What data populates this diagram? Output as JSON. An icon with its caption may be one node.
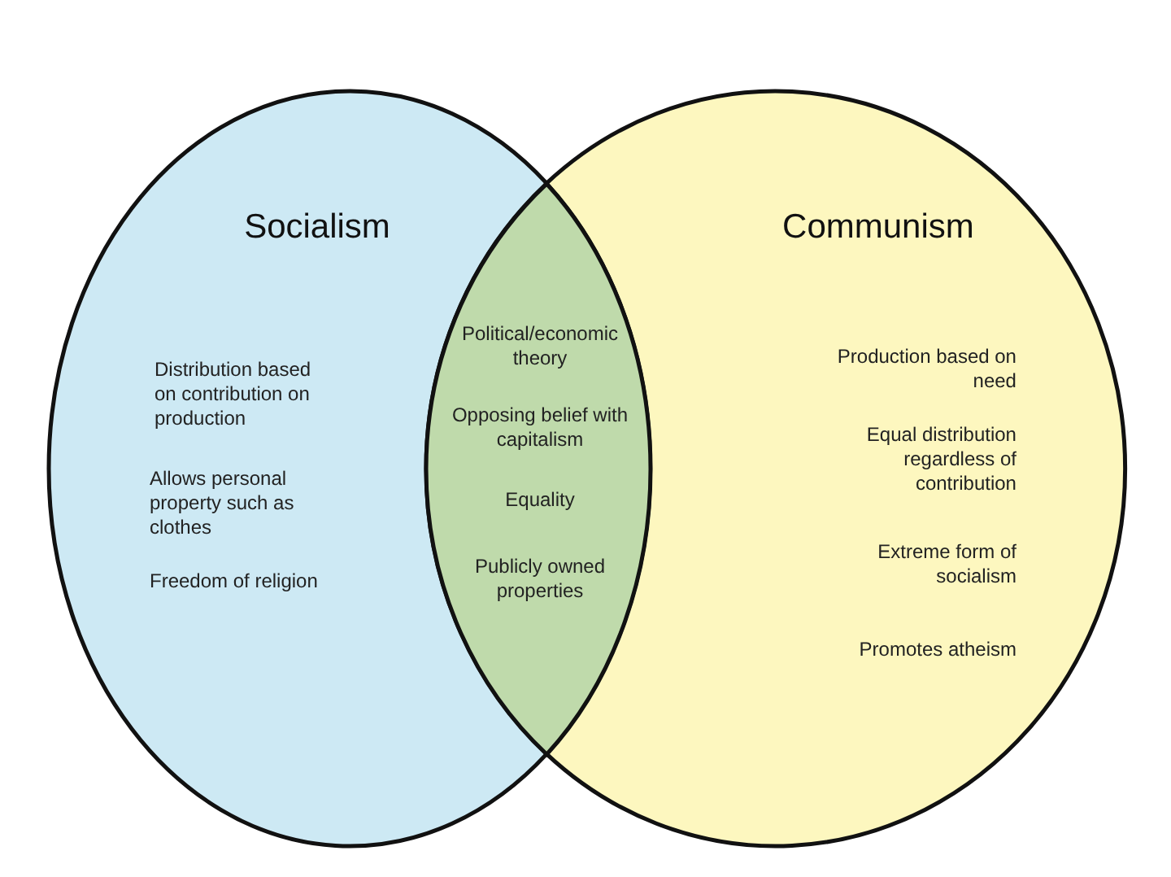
{
  "diagram": {
    "nodes": [
      {
        "text": [
          "Socialism",
          "Distribution based on contribution on production",
          "Allows personal property such as clothes",
          "Freedom of religion"
        ]
      },
      {
        "text": [
          "Communism",
          "Production based on need",
          "Equal distribution regardless of contribution",
          "Extreme form of socialism",
          "Promotes atheism"
        ]
      },
      {
        "text": [
          "Political/economic theory",
          "Opposing belief with capitalism",
          "Equality",
          "Publicly owned properties"
        ]
      }
    ],
    "edges": []
  }
}
